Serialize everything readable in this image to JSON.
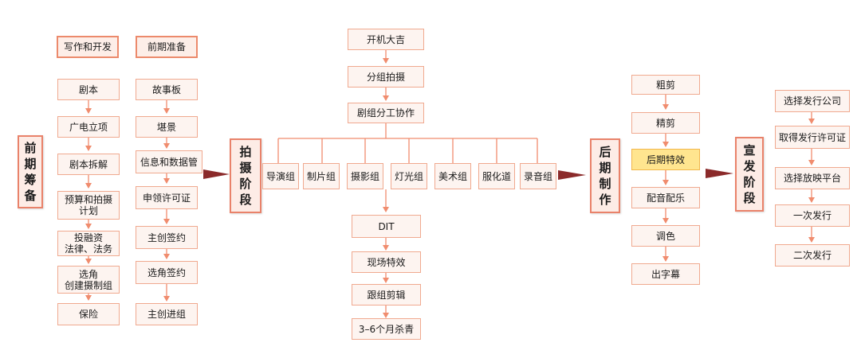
{
  "stages": {
    "prep": "前\n期\n筹\n备",
    "shoot": "拍\n摄\n阶\n段",
    "post": "后\n期\n制\n作",
    "release": "宣\n发\n阶\n段"
  },
  "prep": {
    "col1_header": "写作和开发",
    "col2_header": "前期准备",
    "col1": [
      "剧本",
      "广电立项",
      "剧本拆解",
      "预算和拍摄\n计划",
      "投融资\n法律、法务",
      "选角\n创建摄制组",
      "保险"
    ],
    "col2": [
      "故事板",
      "堪景",
      "信息和数据管",
      "申领许可证",
      "主创签约",
      "选角签约",
      "主创进组"
    ]
  },
  "shoot": {
    "top": [
      "开机大吉",
      "分组拍摄",
      "剧组分工协作"
    ],
    "groups": [
      "导演组",
      "制片组",
      "摄影组",
      "灯光组",
      "美术组",
      "服化道",
      "录音组"
    ],
    "bottom": [
      "DIT",
      "现场特效",
      "跟组剪辑",
      "3–6个月杀青"
    ]
  },
  "post": [
    "粗剪",
    "精剪",
    "后期特效",
    "配音配乐",
    "调色",
    "出字幕"
  ],
  "release": [
    "选择发行公司",
    "取得发行许可证",
    "选择放映平台",
    "一次发行",
    "二次发行"
  ],
  "colors": {
    "border": "#f0a98f",
    "fill": "#fdf4f0",
    "highlight": "#ffe58f",
    "arrow": "#f08c6e",
    "big_arrow": "#8b2a2a"
  }
}
